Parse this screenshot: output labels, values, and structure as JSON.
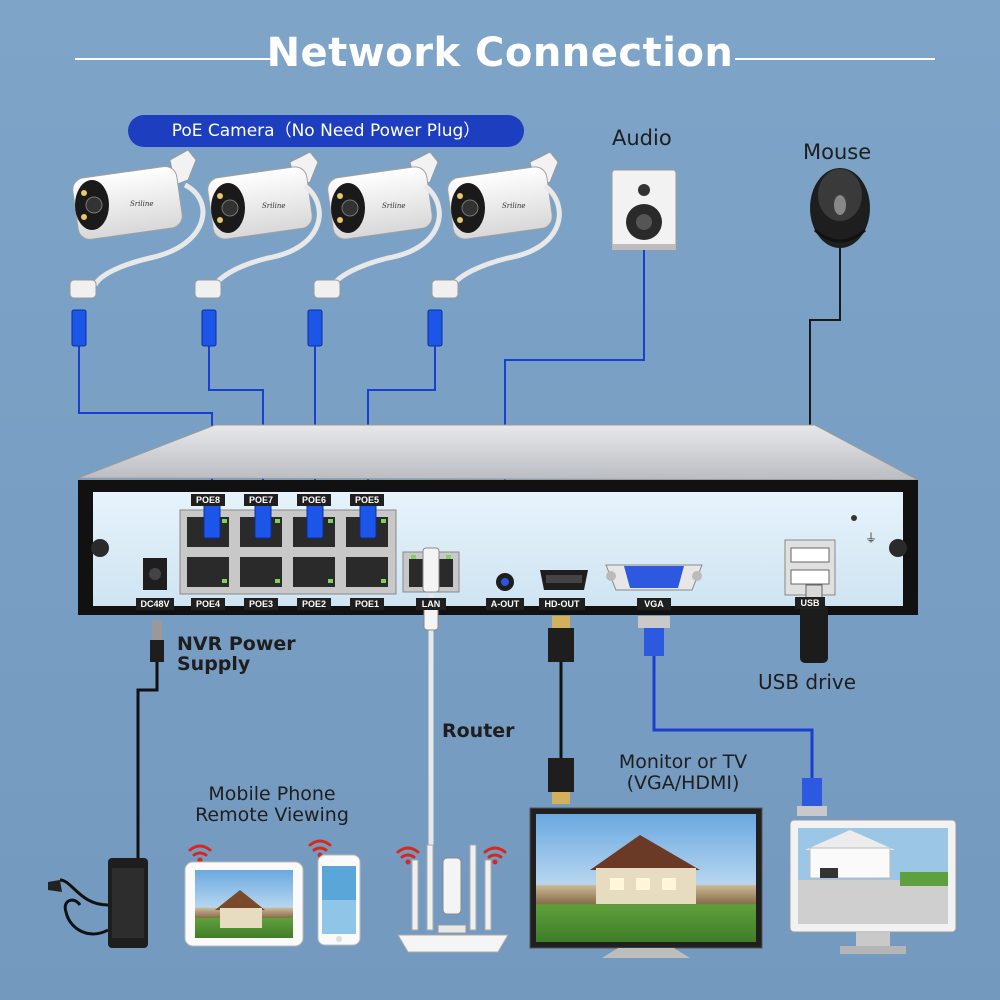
{
  "title": "Network Connection",
  "poe_camera_label": "PoE Camera（No Need Power Plug）",
  "camera_brand": "Sriline",
  "labels": {
    "audio": "Audio",
    "mouse": "Mouse",
    "nvr_power": "NVR Power\nSupply",
    "router": "Router",
    "usb_drive": "USB drive",
    "mobile": "Mobile Phone\nRemote Viewing",
    "monitor": "Monitor or TV\n(VGA/HDMI)"
  },
  "nvr_ports": {
    "top_row": [
      "POE8",
      "POE7",
      "POE6",
      "POE5"
    ],
    "bottom_row": [
      "POE4",
      "POE3",
      "POE2",
      "POE1"
    ],
    "power": "DC48V",
    "lan": "LAN",
    "audio_out": "A-OUT",
    "hdmi": "HD-OUT",
    "vga": "VGA",
    "usb": "USB"
  },
  "colors": {
    "background": "#7a9fc4",
    "accent_blue": "#1d3fbf",
    "cable_blue": "#1a3fd0",
    "nvr_body": "#1b1b1b",
    "nvr_panel": "#d9ecf7"
  },
  "icons": [
    "camera-icon",
    "speaker-icon",
    "mouse-icon",
    "usb-drive-icon",
    "router-icon",
    "power-adapter-icon",
    "tablet-icon",
    "phone-icon",
    "monitor-icon",
    "wifi-icon"
  ]
}
